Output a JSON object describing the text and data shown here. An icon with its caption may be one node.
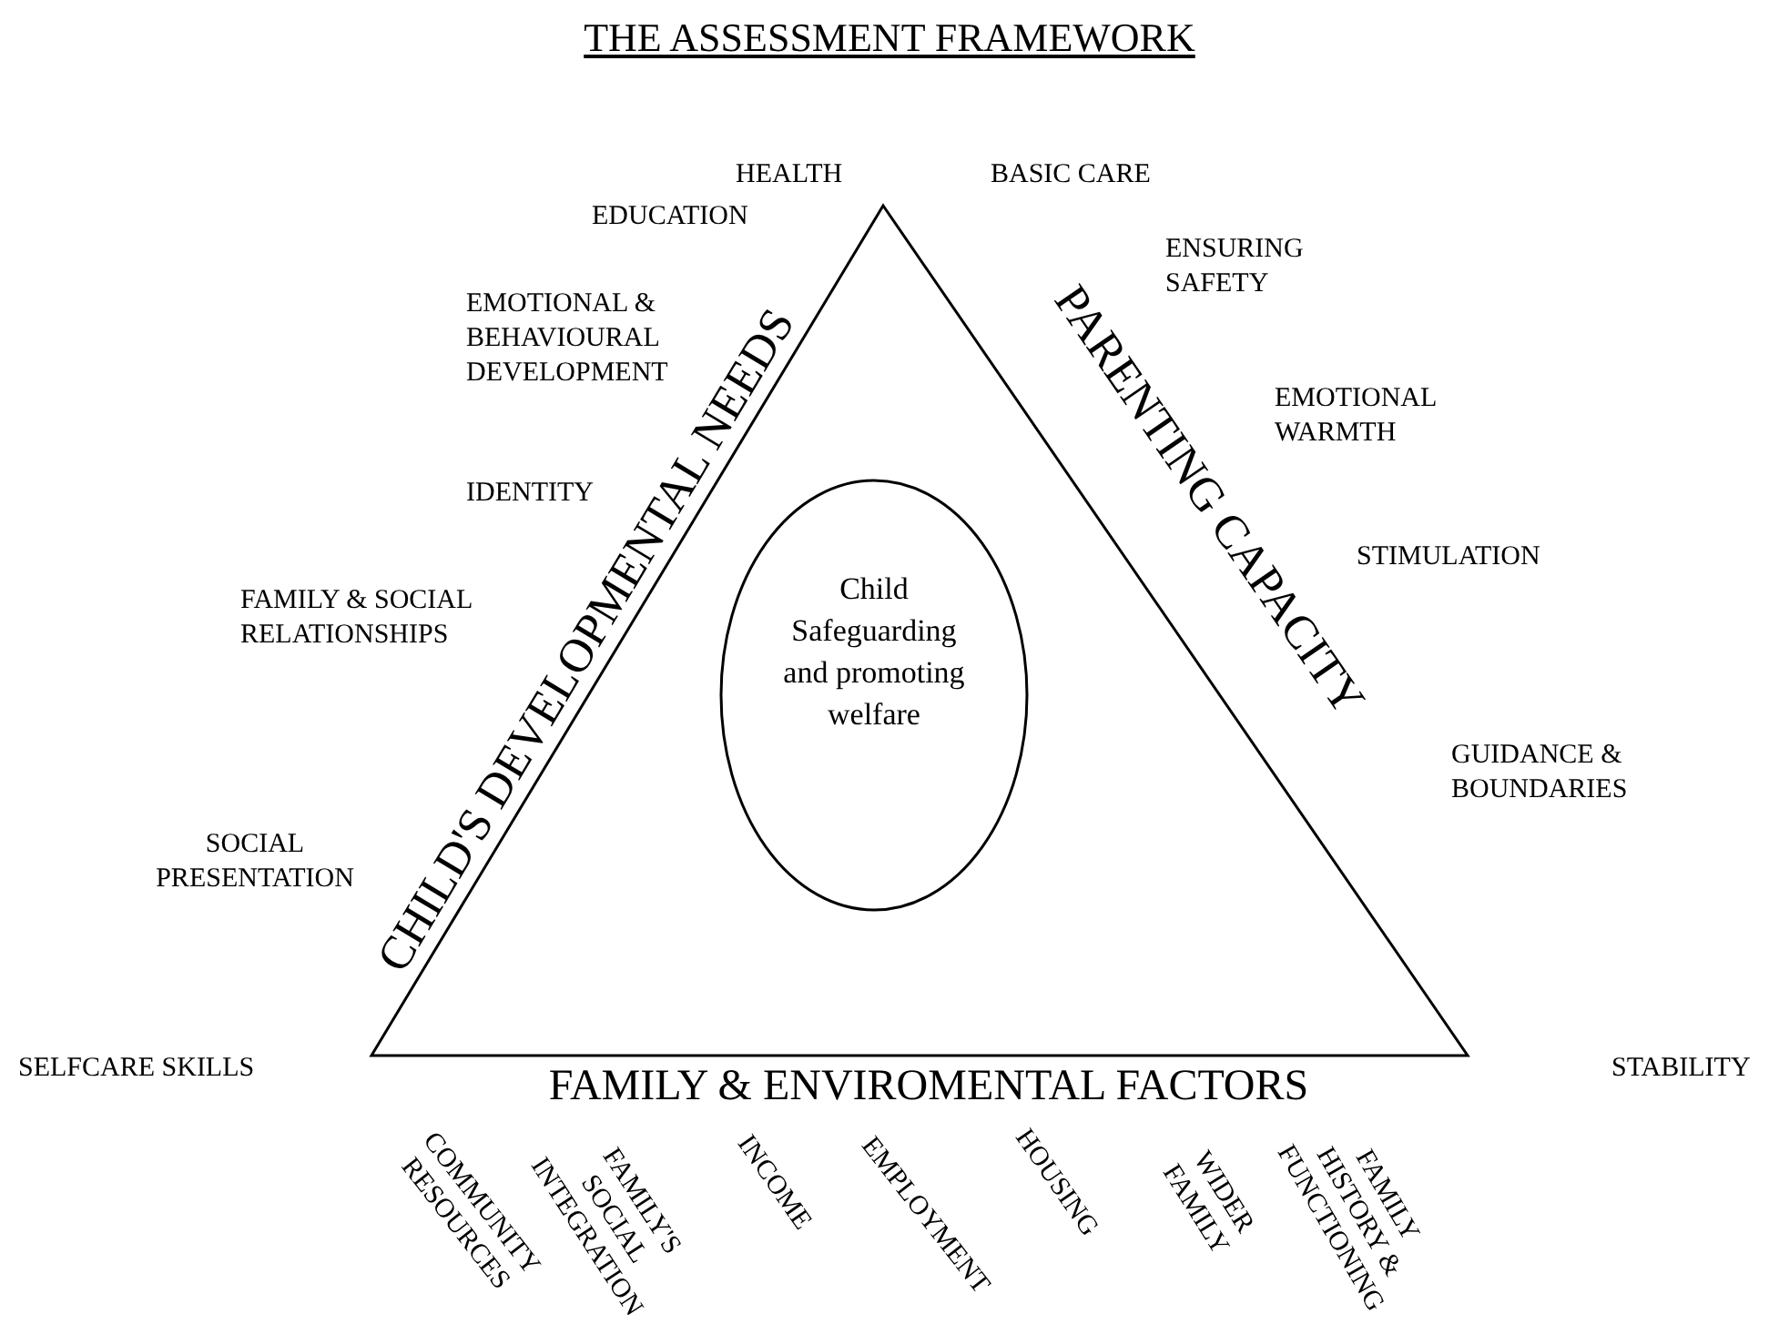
{
  "diagram": {
    "title": "THE ASSESSMENT FRAMEWORK",
    "nodes": [
      {
        "text": [
          "CHILD'S DEVELOPMENTAL NEEDS",
          "PARENTING CAPACITY",
          "FAMILY & ENVIROMENTAL FACTORS"
        ]
      },
      {
        "text": [
          "Child Safeguarding and promoting welfare"
        ],
        "in": 0
      }
    ],
    "edges": [],
    "labels": [
      "HEALTH",
      "BASIC CARE",
      "EDUCATION",
      "ENSURING SAFETY",
      "EMOTIONAL & BEHAVIOURAL DEVELOPMENT",
      "EMOTIONAL WARMTH",
      "IDENTITY",
      "STIMULATION",
      "FAMILY & SOCIAL RELATIONSHIPS",
      "GUIDANCE & BOUNDARIES",
      "SOCIAL PRESENTATION",
      "SELFCARE SKILLS",
      "STABILITY",
      "COMMUNITY RESOURCES",
      "FAMILY'S SOCIAL INTEGRATION",
      "INCOME",
      "EMPLOYMENT",
      "HOUSING",
      "WIDER FAMILY",
      "FAMILY HISTORY & FUNCTIONING"
    ]
  }
}
